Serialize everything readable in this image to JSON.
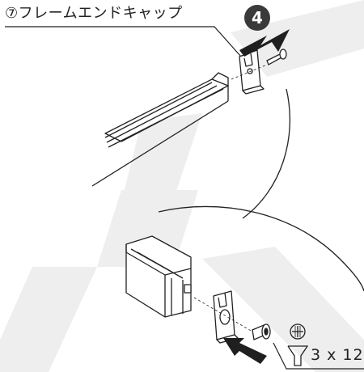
{
  "diagram": {
    "part_label": "⑦フレームエンドキャップ",
    "step_number": "4",
    "screw_spec": "3 x 12"
  },
  "colors": {
    "line": "#222222",
    "watermark": "#eeeeee",
    "arrow": "#1f1f1f",
    "badge": "#3a3a3a"
  }
}
